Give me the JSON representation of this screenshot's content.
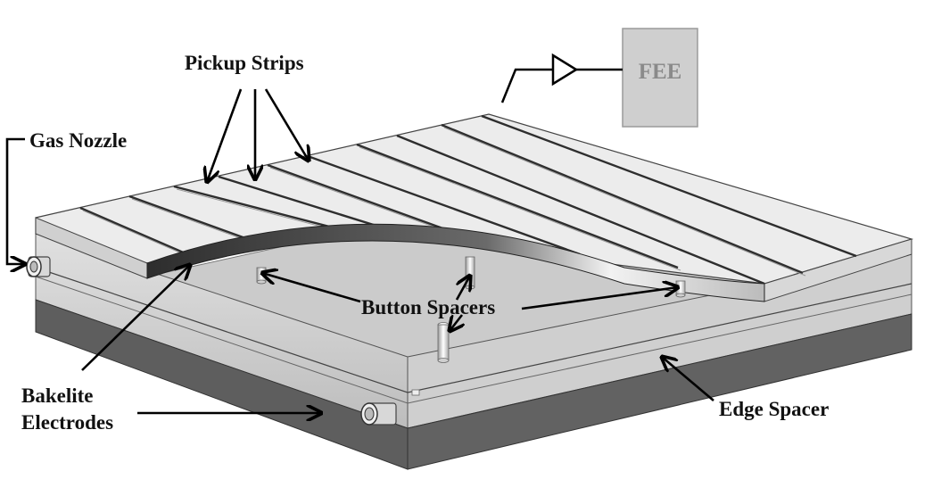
{
  "labels": {
    "pickup_strips": "Pickup Strips",
    "gas_nozzle": "Gas Nozzle",
    "button_spacers": "Button Spacers",
    "bakelite_line1": "Bakelite",
    "bakelite_line2": "Electrodes",
    "edge_spacer": "Edge Spacer",
    "fee": "FEE"
  },
  "colors": {
    "strip_light": "#ededed",
    "strip_groove": "#3a3a3a",
    "layer_mid": "#d2d2d2",
    "layer_dark": "#5e5e5e",
    "cavity_floor": "#c9c9c9",
    "fee_box": "#cfcfcf"
  }
}
